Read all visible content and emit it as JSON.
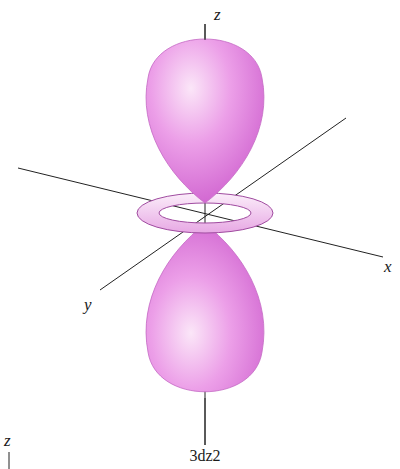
{
  "diagram": {
    "labels": [
      "z",
      "x",
      "y",
      "3dz2",
      "z"
    ]
  }
}
